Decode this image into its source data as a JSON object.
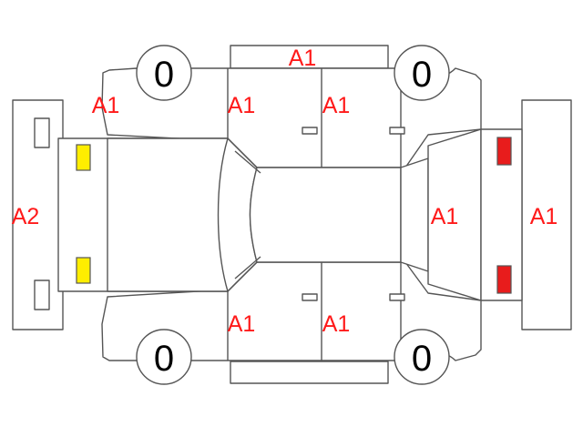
{
  "colors": {
    "outline": "#555555",
    "damage_label": "#ff1a1a",
    "front_lamp": "#ffee00",
    "rear_lamp": "#e81c1c"
  },
  "labels": {
    "roof": "A1",
    "front_left_fender": "A1",
    "front_left_door": "A1",
    "rear_left_door": "A1",
    "front_bumper": "A2",
    "front_right_door": "A1",
    "rear_right_door": "A1",
    "trunk": "A1",
    "rear_bumper": "A1"
  },
  "tires": {
    "front_left": "0",
    "rear_left": "0",
    "front_right": "0",
    "rear_right": "0"
  }
}
